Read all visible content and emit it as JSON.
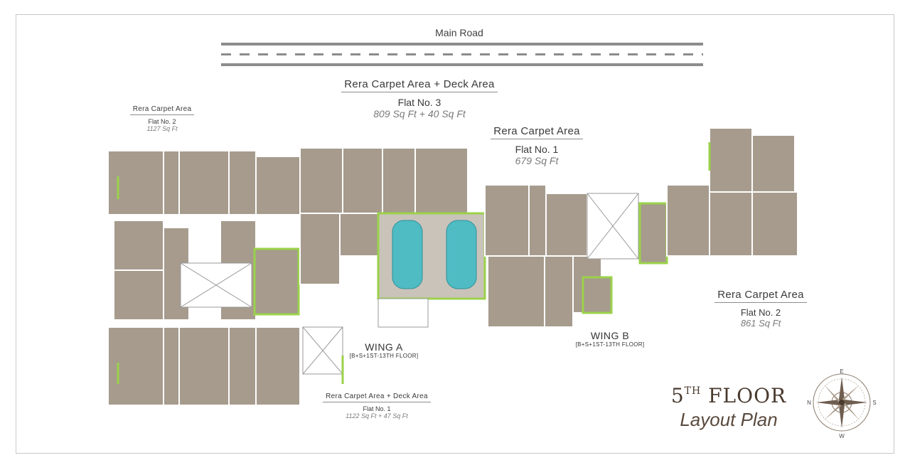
{
  "road": {
    "label": "Main Road"
  },
  "annotations": {
    "flat3": {
      "heading": "Rera Carpet Area + Deck Area",
      "flat": "Flat No. 3",
      "area": "809 Sq Ft + 40 Sq Ft"
    },
    "flat1b": {
      "heading": "Rera Carpet Area",
      "flat": "Flat No. 1",
      "area": "679 Sq Ft"
    },
    "flat2a": {
      "heading": "Rera Carpet Area",
      "flat": "Flat No. 2",
      "area": "1127 Sq Ft"
    },
    "flat2b": {
      "heading": "Rera Carpet Area",
      "flat": "Flat No. 2",
      "area": "861 Sq Ft"
    },
    "flat1a": {
      "heading": "Rera Carpet Area + Deck Area",
      "flat": "Flat No. 1",
      "area": "1122 Sq Ft + 47 Sq Ft"
    }
  },
  "wings": {
    "a": {
      "name": "WING A",
      "floors": "[B+S+1ST-13TH FLOOR]"
    },
    "b": {
      "name": "WING B",
      "floors": "[B+S+1ST-13TH FLOOR]"
    }
  },
  "title": {
    "floor_num": "5",
    "floor_sup": "TH",
    "floor_word": "FLOOR",
    "subtitle": "Layout Plan"
  },
  "compass": {
    "n": "N",
    "s": "S",
    "e": "E",
    "w": "W"
  },
  "colors": {
    "room": "#a59a8c",
    "wall": "#ffffff",
    "accent": "#9bd24a",
    "pool": "#4fbcc4",
    "brown": "#4a3a2e"
  }
}
